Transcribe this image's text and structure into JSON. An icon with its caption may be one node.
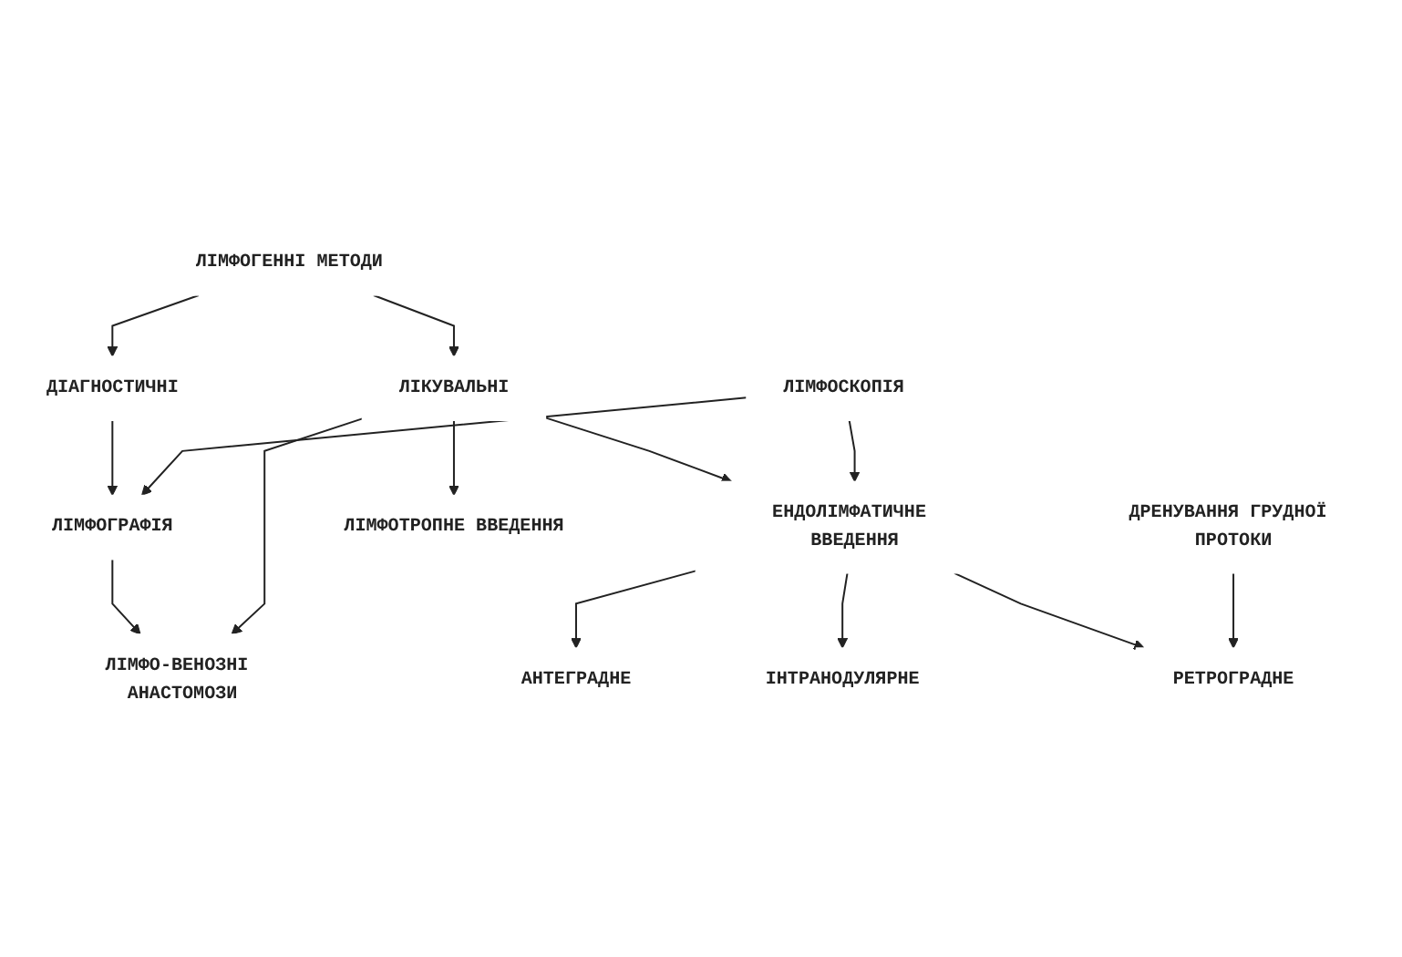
{
  "diagram": {
    "nodes": [
      {
        "text": [
          "ЛІМФОГЕННІ МЕТОДИ"
        ]
      },
      {
        "text": [
          "ДІАГНОСТИЧНІ"
        ]
      },
      {
        "text": [
          "ЛІКУВАЛЬНІ"
        ]
      },
      {
        "text": [
          "ДРЕНУВАННЯ ГРУДНОЇ ПРОТОКИ"
        ]
      },
      {
        "text": [
          "ЛІМФОГРАФІЯ"
        ]
      },
      {
        "text": [
          "ЛІМФО-ВЕНОЗНІ АНАСТОМОЗИ"
        ]
      },
      {
        "text": [
          "ЛІМФОТРОПНЕ ВВЕДЕННЯ"
        ]
      },
      {
        "text": [
          "ЛІМФОСКОПІЯ"
        ]
      },
      {
        "text": [
          "ЕНДОЛІМФАТИЧНЕ ВВЕДЕННЯ"
        ]
      },
      {
        "text": [
          "АНТЕГРАДНЕ"
        ]
      },
      {
        "text": [
          "РЕТРОГРАДНЕ"
        ]
      },
      {
        "text": [
          "ІНТРАНОДУЛЯРНЕ"
        ]
      }
    ],
    "edges": [
      {
        "from": 0,
        "to": 1,
        "arrow": "to"
      },
      {
        "from": 0,
        "to": 2,
        "arrow": "to"
      },
      {
        "from": 1,
        "to": 4,
        "arrow": "to"
      },
      {
        "from": 4,
        "to": 5,
        "arrow": "to"
      },
      {
        "from": 2,
        "to": 5,
        "arrow": "to"
      },
      {
        "from": 2,
        "to": 6,
        "arrow": "to"
      },
      {
        "from": 2,
        "to": 8,
        "arrow": "to"
      },
      {
        "from": 7,
        "to": 4,
        "arrow": "to"
      },
      {
        "from": 7,
        "to": 8,
        "arrow": "to"
      },
      {
        "from": 8,
        "to": 9,
        "arrow": "to"
      },
      {
        "from": 8,
        "to": 11,
        "arrow": "to"
      },
      {
        "from": 8,
        "to": 10,
        "arrow": "to"
      },
      {
        "from": 3,
        "to": 10,
        "arrow": "to"
      }
    ]
  }
}
